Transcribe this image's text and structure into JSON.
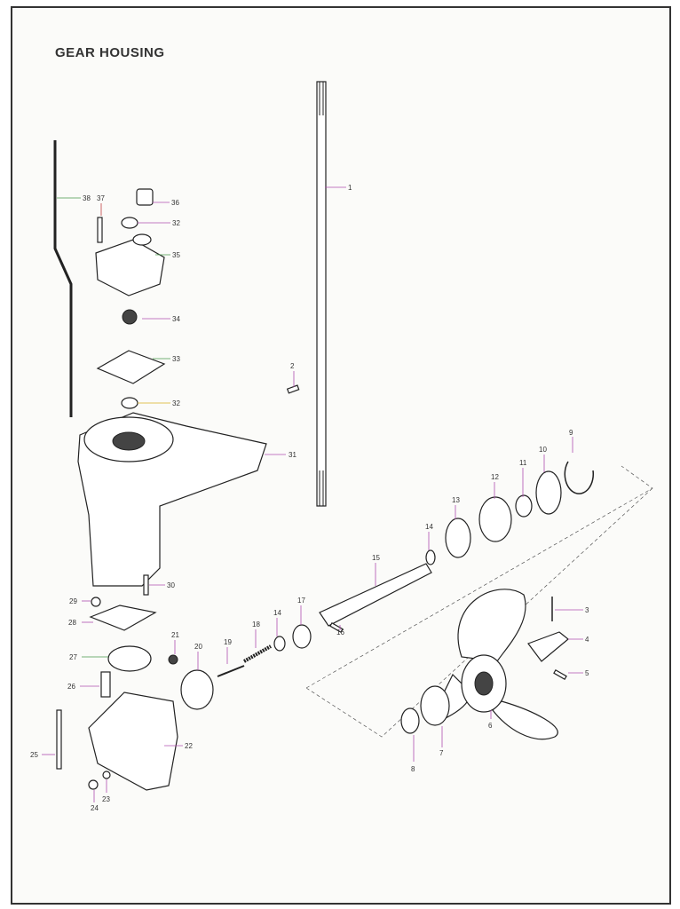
{
  "title": "GEAR HOUSING",
  "part_labels": [
    "1",
    "2",
    "3",
    "4",
    "5",
    "6",
    "7",
    "8",
    "9",
    "10",
    "11",
    "12",
    "13",
    "14",
    "15",
    "16",
    "17",
    "14",
    "18",
    "19",
    "20",
    "21",
    "22",
    "23",
    "24",
    "25",
    "26",
    "27",
    "28",
    "29",
    "30",
    "31",
    "32",
    "32",
    "33",
    "34",
    "35",
    "36",
    "37",
    "38"
  ],
  "leader_colors": {
    "purple": "#b050b0",
    "green": "#4a9a4a",
    "yellow": "#d8b020",
    "red": "#c04040"
  }
}
